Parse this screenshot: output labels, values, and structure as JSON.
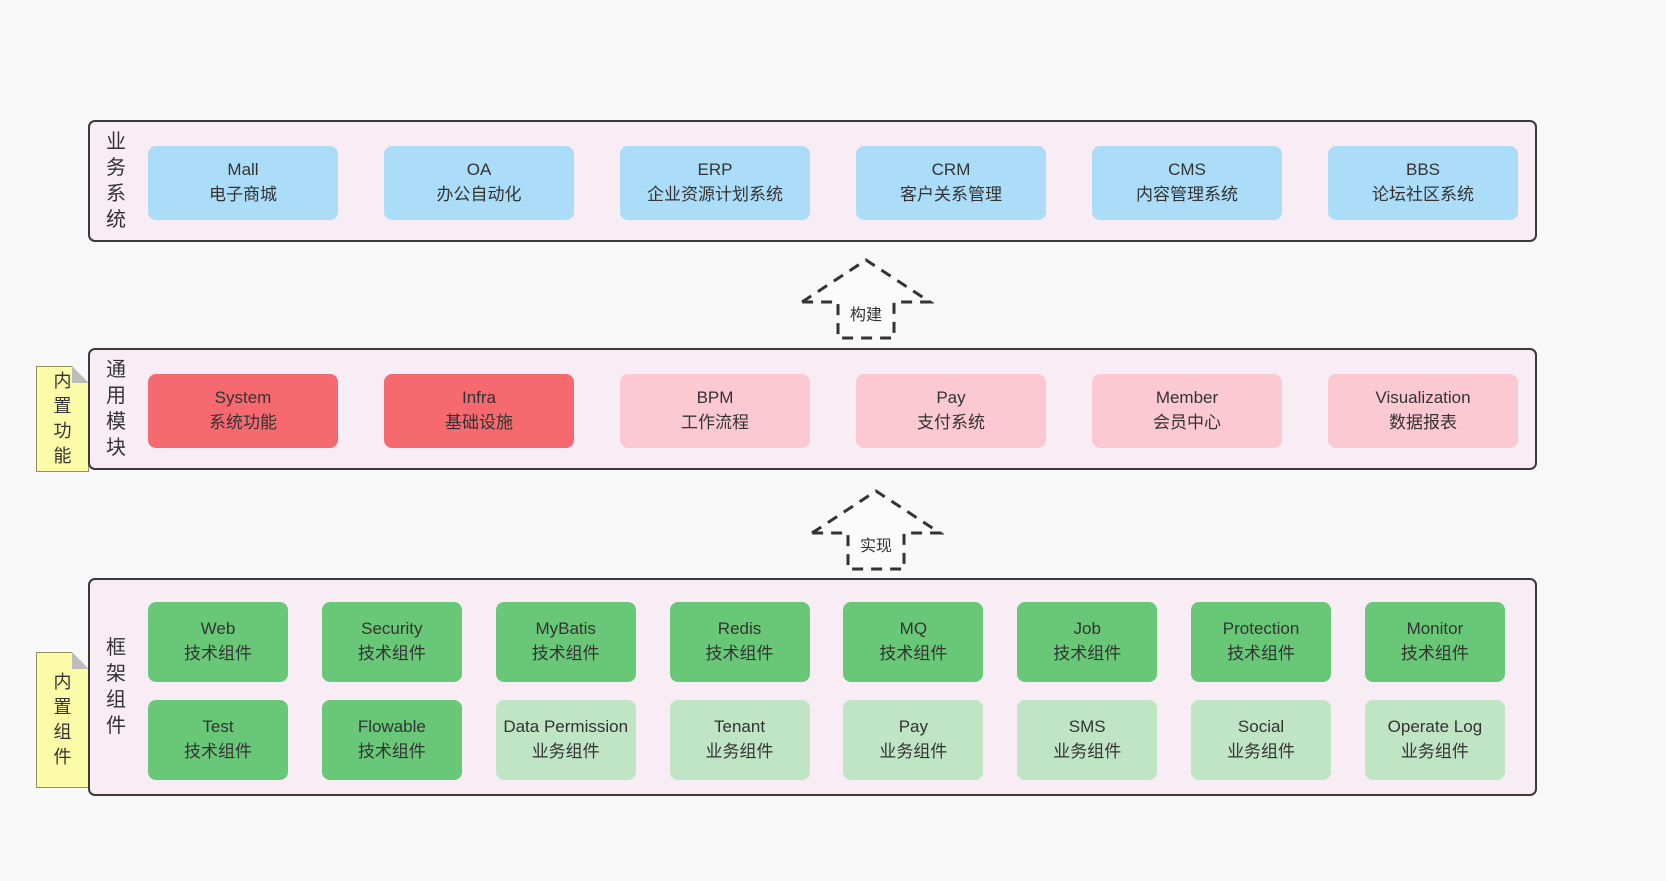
{
  "colors": {
    "page_bg": "#f8f8f8",
    "panel_bg": "#f8edf5",
    "panel_border": "#3a3a3a",
    "blue": "#abdcf8",
    "red": "#f5696f",
    "pink": "#fcc9d3",
    "green_dark": "#69c878",
    "green_light": "#c0e5c5",
    "note_bg": "#fbfba8",
    "note_border": "#91915c",
    "text": "#333333"
  },
  "business": {
    "label": "业务系统",
    "boxes": [
      {
        "name": "Mall",
        "desc": "电子商城"
      },
      {
        "name": "OA",
        "desc": "办公自动化"
      },
      {
        "name": "ERP",
        "desc": "企业资源计划系统"
      },
      {
        "name": "CRM",
        "desc": "客户关系管理"
      },
      {
        "name": "CMS",
        "desc": "内容管理系统"
      },
      {
        "name": "BBS",
        "desc": "论坛社区系统"
      }
    ]
  },
  "arrow_build": {
    "label": "构建"
  },
  "modules": {
    "label": "通用模块",
    "note": "内置功能",
    "boxes": [
      {
        "name": "System",
        "desc": "系统功能",
        "variant": "red"
      },
      {
        "name": "Infra",
        "desc": "基础设施",
        "variant": "red"
      },
      {
        "name": "BPM",
        "desc": "工作流程",
        "variant": "pink"
      },
      {
        "name": "Pay",
        "desc": "支付系统",
        "variant": "pink"
      },
      {
        "name": "Member",
        "desc": "会员中心",
        "variant": "pink"
      },
      {
        "name": "Visualization",
        "desc": "数据报表",
        "variant": "pink"
      }
    ]
  },
  "arrow_implement": {
    "label": "实现"
  },
  "components": {
    "label": "框架组件",
    "note": "内置组件",
    "row1": [
      {
        "name": "Web",
        "desc": "技术组件",
        "variant": "green_dark"
      },
      {
        "name": "Security",
        "desc": "技术组件",
        "variant": "green_dark"
      },
      {
        "name": "MyBatis",
        "desc": "技术组件",
        "variant": "green_dark"
      },
      {
        "name": "Redis",
        "desc": "技术组件",
        "variant": "green_dark"
      },
      {
        "name": "MQ",
        "desc": "技术组件",
        "variant": "green_dark"
      },
      {
        "name": "Job",
        "desc": "技术组件",
        "variant": "green_dark"
      },
      {
        "name": "Protection",
        "desc": "技术组件",
        "variant": "green_dark"
      },
      {
        "name": "Monitor",
        "desc": "技术组件",
        "variant": "green_dark"
      }
    ],
    "row2": [
      {
        "name": "Test",
        "desc": "技术组件",
        "variant": "green_dark"
      },
      {
        "name": "Flowable",
        "desc": "技术组件",
        "variant": "green_dark"
      },
      {
        "name": "Data Permission",
        "desc": "业务组件",
        "variant": "green_light"
      },
      {
        "name": "Tenant",
        "desc": "业务组件",
        "variant": "green_light"
      },
      {
        "name": "Pay",
        "desc": "业务组件",
        "variant": "green_light"
      },
      {
        "name": "SMS",
        "desc": "业务组件",
        "variant": "green_light"
      },
      {
        "name": "Social",
        "desc": "业务组件",
        "variant": "green_light"
      },
      {
        "name": "Operate Log",
        "desc": "业务组件",
        "variant": "green_light"
      }
    ]
  }
}
